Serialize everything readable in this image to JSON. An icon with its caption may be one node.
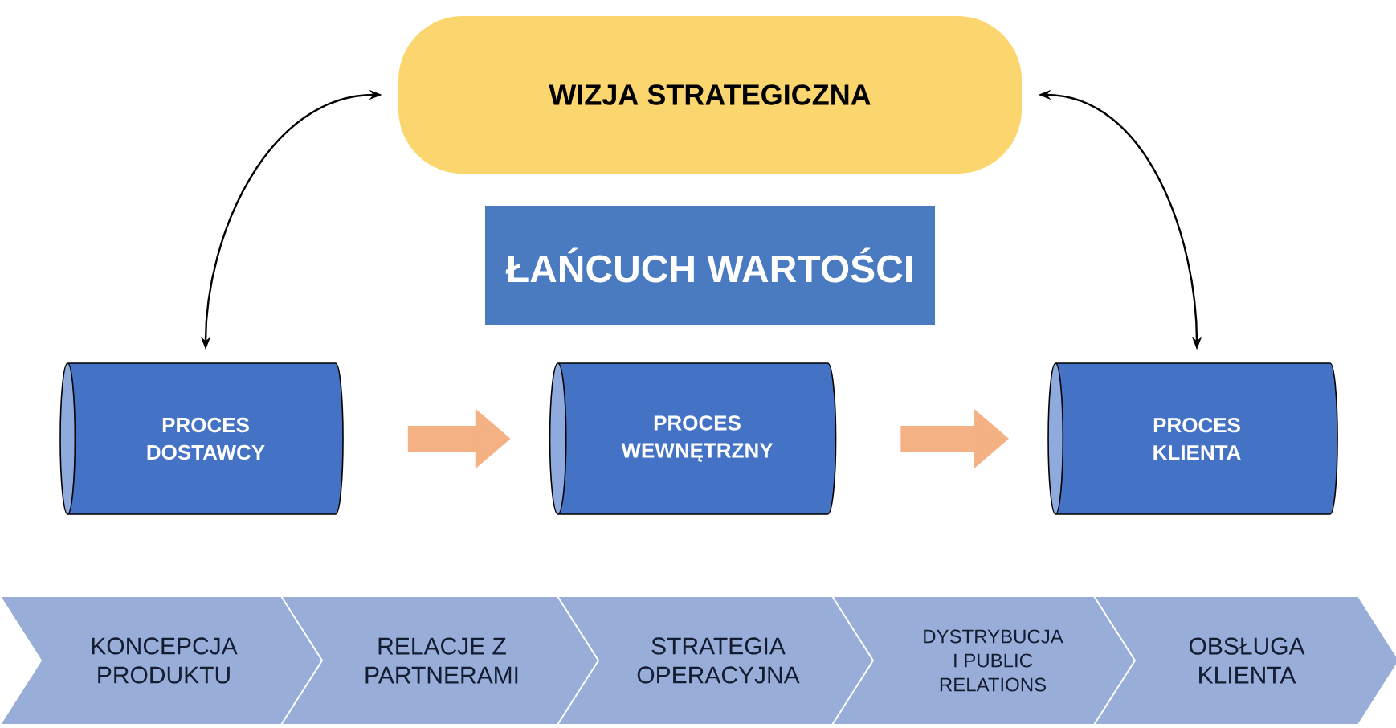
{
  "diagram": {
    "nodes": [
      {
        "text": [
          "WIZJA STRATEGICZNA"
        ]
      },
      {
        "text": [
          "ŁAŃCUCH WARTOŚCI"
        ]
      },
      {
        "text": [
          "PROCES DOSTAWCY"
        ]
      },
      {
        "text": [
          "PROCES WEWNĘTRZNY"
        ]
      },
      {
        "text": [
          "PROCES KLIENTA"
        ]
      },
      {
        "text": [
          "KONCEPCJA PRODUKTU"
        ]
      },
      {
        "text": [
          "RELACJE Z PARTNERAMI"
        ]
      },
      {
        "text": [
          "STRATEGIA OPERACYJNA"
        ]
      },
      {
        "text": [
          "DYSTRYBUCJA I PUBLIC RELATIONS"
        ]
      },
      {
        "text": [
          "OBSŁUGA KLIENTA"
        ]
      }
    ],
    "edges": [
      {
        "from": 0,
        "to": 2,
        "arrow": "both"
      },
      {
        "from": 0,
        "to": 4,
        "arrow": "both"
      },
      {
        "from": 2,
        "to": 3,
        "arrow": "to",
        "style": "thick",
        "color": "#f4b183"
      },
      {
        "from": 3,
        "to": 4,
        "arrow": "to",
        "style": "thick",
        "color": "#f4b183"
      }
    ]
  }
}
